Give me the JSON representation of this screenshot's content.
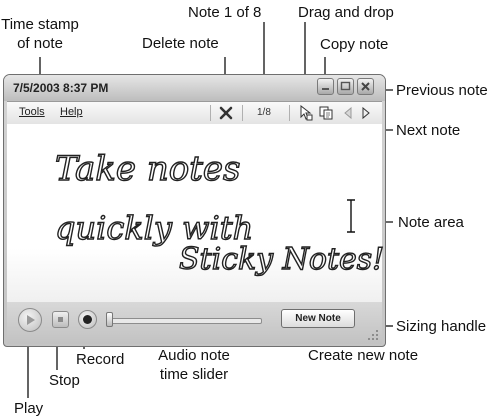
{
  "window": {
    "title": "7/5/2003 8:37 PM",
    "menu": {
      "tools": "Tools",
      "help": "Help"
    },
    "counter": "1/8",
    "new_note_button": "New Note",
    "note_text_lines": [
      "Take notes",
      "quickly with",
      "Sticky Notes!"
    ]
  },
  "callouts": {
    "time_stamp": [
      "Time stamp",
      "of note"
    ],
    "delete_note": "Delete note",
    "note_count": "Note 1 of 8",
    "drag_drop": "Drag and drop",
    "copy_note": "Copy note",
    "previous_note": "Previous note",
    "next_note": "Next note",
    "note_area": "Note area",
    "sizing_handle": "Sizing handle",
    "create_new_note": "Create new note",
    "audio_slider": [
      "Audio note",
      "time slider"
    ],
    "record": "Record",
    "stop": "Stop",
    "play": "Play"
  },
  "icons": [
    "delete-icon",
    "drag-drop-icon",
    "copy-icon",
    "previous-arrow-icon",
    "next-arrow-icon",
    "play-icon",
    "stop-icon",
    "record-icon",
    "sizing-grip-icon"
  ]
}
